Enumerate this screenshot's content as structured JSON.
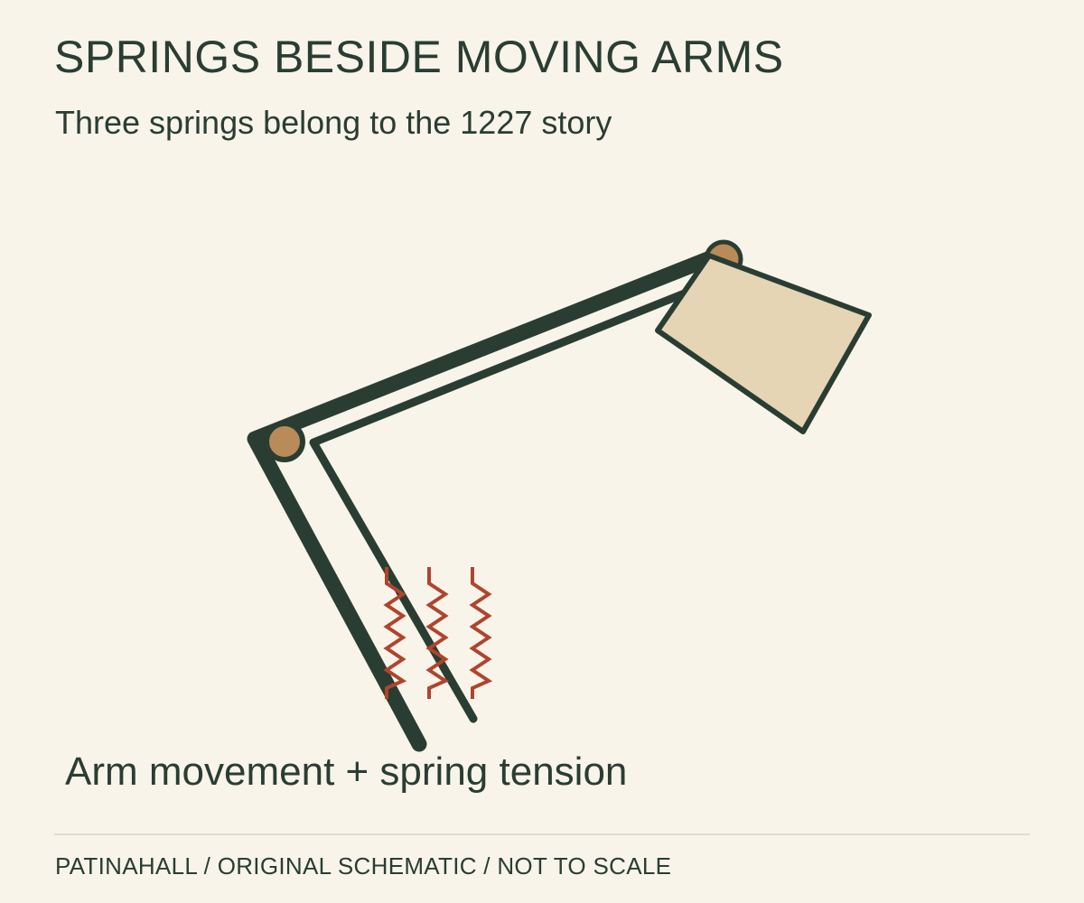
{
  "header": {
    "title": "SPRINGS BESIDE MOVING ARMS",
    "subtitle": "Three springs belong to the 1227 story"
  },
  "diagram": {
    "caption": "Arm movement + spring tension",
    "spring_count": 3,
    "colors": {
      "arm": "#2a3d33",
      "joint": "#b88b58",
      "shade": "#e5d5b5",
      "spring": "#b0442d",
      "background": "#f8f4ea"
    }
  },
  "footer": {
    "credit": "PATINAHALL / ORIGINAL SCHEMATIC / NOT TO SCALE"
  }
}
